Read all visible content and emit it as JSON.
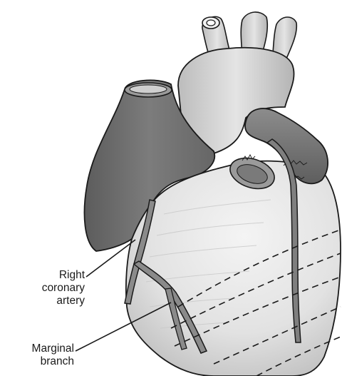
{
  "labels": {
    "right_coronary_artery": [
      "Right",
      "coronary",
      "artery"
    ],
    "marginal_branch": [
      "Marginal",
      "branch"
    ]
  },
  "colors": {
    "outline": "#1a1a1a",
    "heart_light": "#e6e6e6",
    "vein_dark": "#6e6e6e",
    "artery_mid": "#8a8a8a",
    "aorta": "#d4d4d4",
    "background": "#ffffff"
  }
}
